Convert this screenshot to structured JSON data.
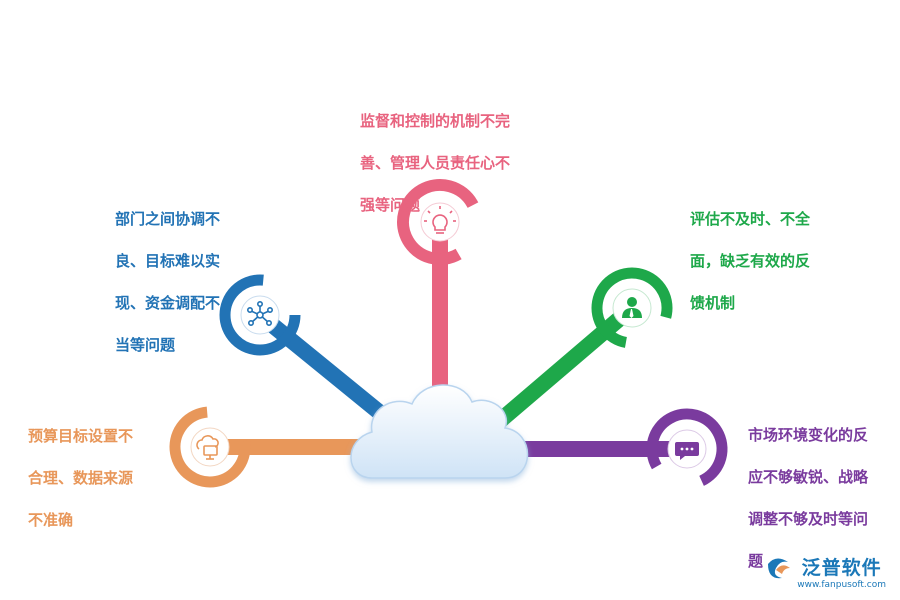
{
  "diagram": {
    "items": [
      {
        "id": "budget",
        "color": "#e8975a",
        "icon": "cloud-computer-icon",
        "lines": [
          "预算目标设置不",
          "合理、数据来源",
          "不准确"
        ]
      },
      {
        "id": "coordination",
        "color": "#2273b5",
        "icon": "network-nodes-icon",
        "lines": [
          "部门之间协调不",
          "良、目标难以实",
          "现、资金调配不",
          "当等问题"
        ]
      },
      {
        "id": "supervision",
        "color": "#e8637f",
        "icon": "lightbulb-icon",
        "lines": [
          "监督和控制的机制不完",
          "善、管理人员责任心不",
          "强等问题"
        ]
      },
      {
        "id": "evaluation",
        "color": "#1ea84a",
        "icon": "person-icon",
        "lines": [
          "评估不及时、不全",
          "面，缺乏有效的反",
          "馈机制"
        ]
      },
      {
        "id": "market",
        "color": "#7a3b9e",
        "icon": "chat-bubble-icon",
        "lines": [
          "市场环境变化的反",
          "应不够敏锐、战略",
          "调整不够及时等问",
          "题"
        ]
      }
    ]
  },
  "brand": {
    "name": "泛普软件",
    "url": "www.fanpusoft.com",
    "color": "#1b78b8"
  }
}
